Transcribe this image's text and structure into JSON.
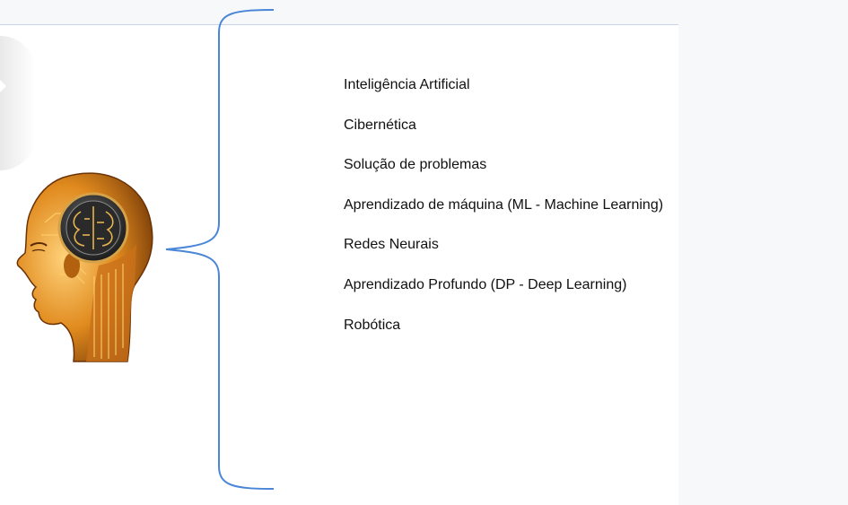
{
  "diagram": {
    "items": [
      "Inteligência Artificial",
      "Cibernética",
      "Solução de problemas",
      "Aprendizado de máquina (ML - Machine Learning)",
      "Redes Neurais",
      "Aprendizado Profundo (DP - Deep Learning)",
      "Robótica"
    ],
    "colors": {
      "brace": "#4a86d8",
      "head_gold": "#e08a1e",
      "head_dark": "#3a2a1a"
    },
    "icons": {
      "head": "ai-head-brain-circuit-icon"
    }
  }
}
